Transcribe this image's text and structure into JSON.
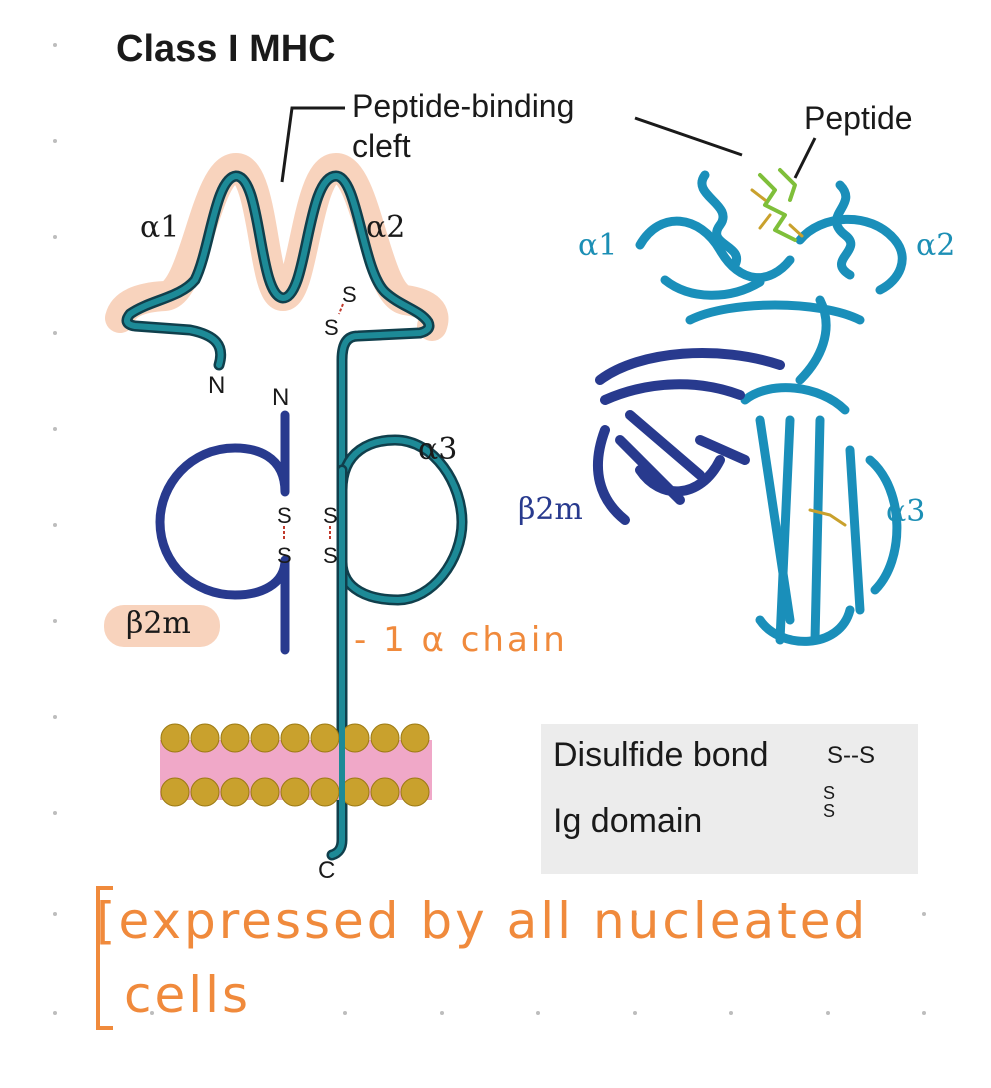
{
  "title": "Class I MHC",
  "labels": {
    "peptide_binding": "Peptide-binding",
    "cleft": "cleft",
    "peptide": "Peptide",
    "alpha1": "α1",
    "alpha2": "α2",
    "alpha3": "α3",
    "b2m": "β2m",
    "n_alpha": "N",
    "n_beta": "N",
    "c_term": "C",
    "s": "S"
  },
  "structure_labels": {
    "alpha1": "α1",
    "alpha2": "α2",
    "alpha3": "α3",
    "b2m": "β2m"
  },
  "legend": {
    "disulfide_label": "Disulfide bond",
    "disulfide_symbol": "S--S",
    "ig_label": "Ig domain",
    "ig_symbol": "S S"
  },
  "annotations": {
    "chain_note": "- 1 α chain",
    "expressed_line1": "[expressed by all nucleated",
    "expressed_line2": "cells"
  },
  "colors": {
    "teal_chain": "#1d8a97",
    "navy_chain": "#283a8e",
    "highlight": "#f8d3bd",
    "handwriting": "#f08a3c",
    "membrane_head": "#c9a12d",
    "membrane_core": "#f0a8c8"
  }
}
